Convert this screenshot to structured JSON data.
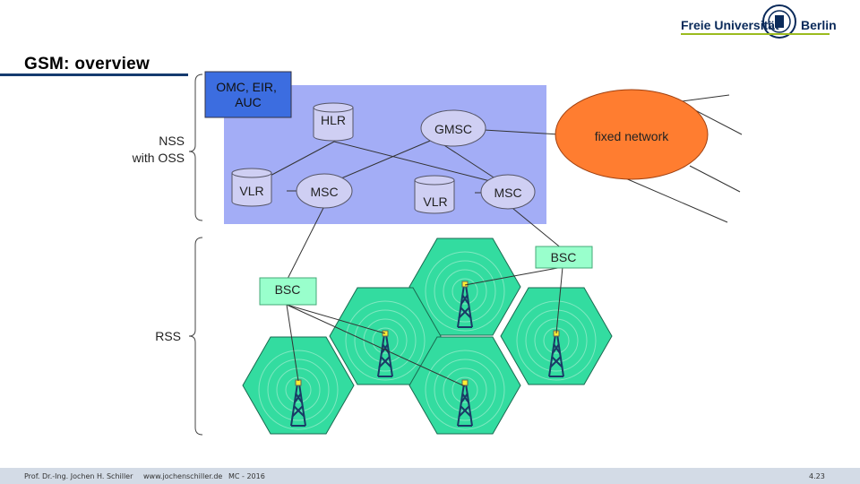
{
  "header": {
    "title": "GSM: overview",
    "logo_left": "Freie Universität",
    "logo_right": "Berlin"
  },
  "diagram": {
    "nss_label": "NSS\nwith OSS",
    "rss_label": "RSS",
    "omc": "OMC, EIR,\nAUC",
    "hlr": "HLR",
    "gmsc": "GMSC",
    "fixed_network": "fixed network",
    "vlr_left": "VLR",
    "msc_left": "MSC",
    "vlr_right": "VLR",
    "msc_right": "MSC",
    "bsc_right": "BSC",
    "bsc_left": "BSC"
  },
  "footer": {
    "author": "Prof. Dr.-Ing. Jochen H. Schiller",
    "website": "www.jochenschiller.de",
    "course": "MC - 2016",
    "page": "4.23"
  },
  "colors": {
    "nss_area": "#a3adf6",
    "omc_box": "#3c6de0",
    "node_fill": "#cfcff3",
    "cell_fill": "#33dca0",
    "fixed_network": "#ff7d30",
    "bsc_fill": "#99ffcc",
    "tower": "#1a3a66"
  },
  "icons": [
    "database-icon",
    "radio-tower-icon"
  ]
}
